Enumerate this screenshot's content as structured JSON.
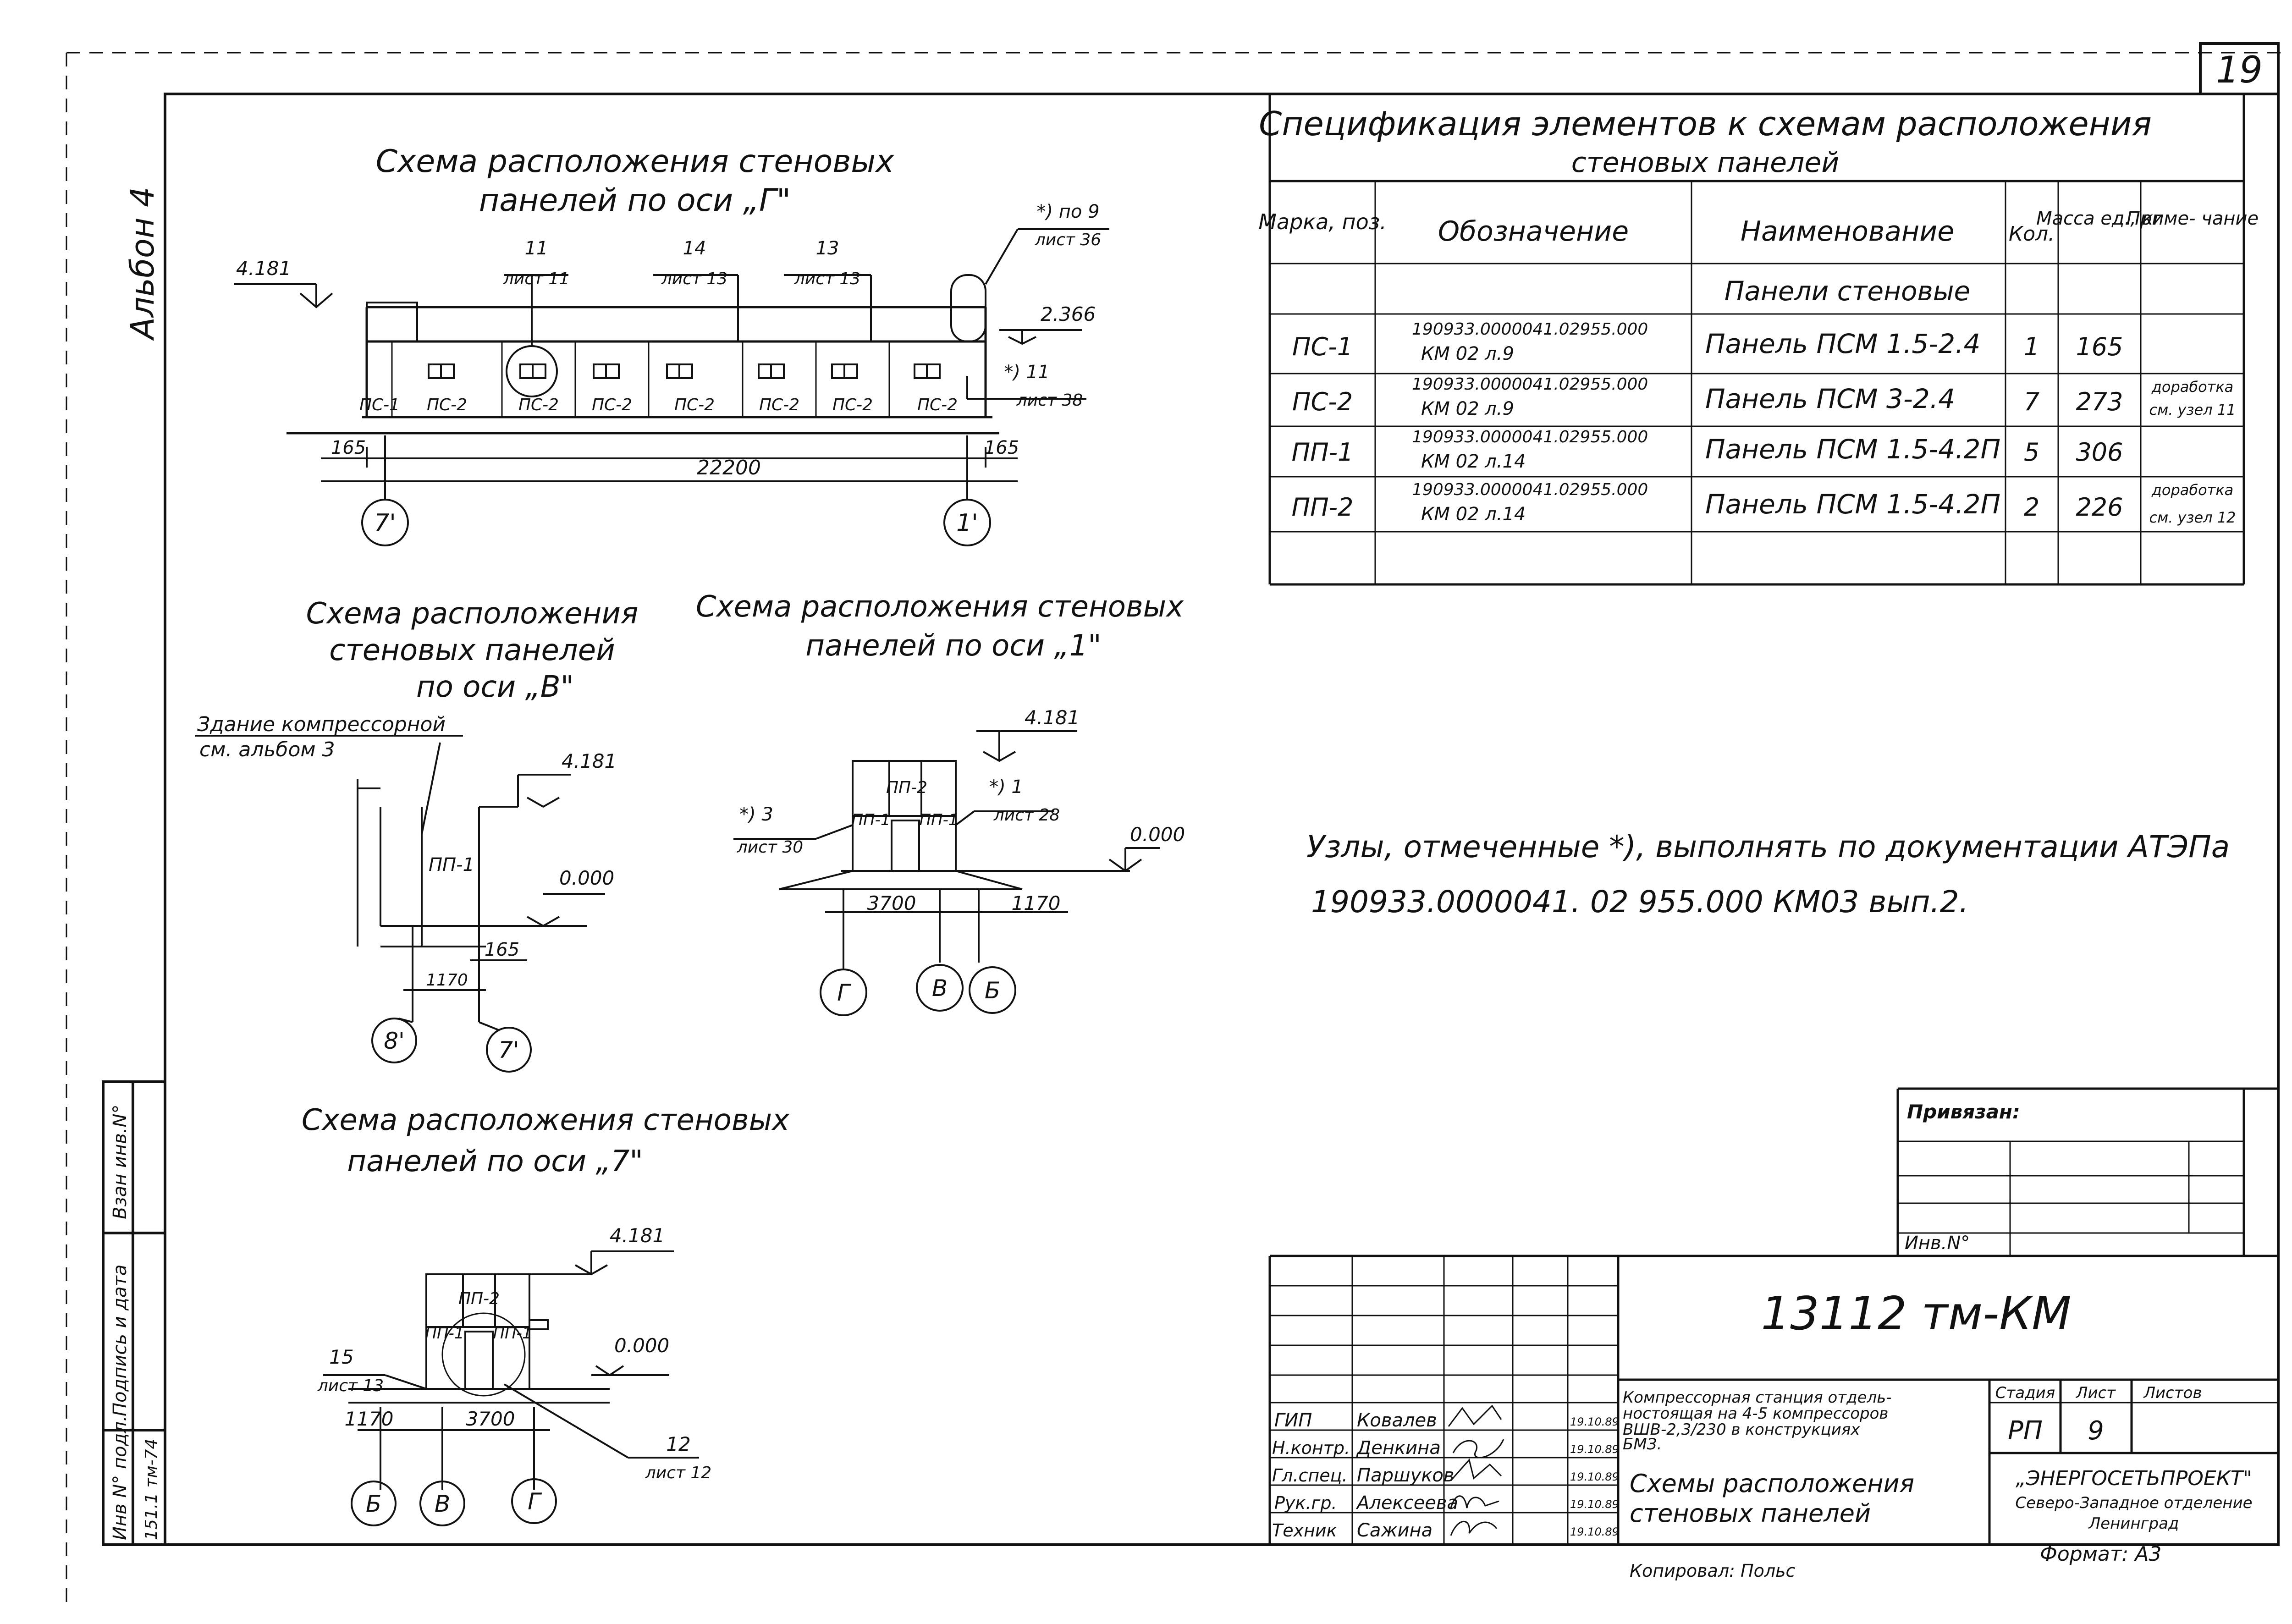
{
  "sheet": {
    "page_number": "19",
    "album_label": "Альбон 4"
  },
  "left_stamp": {
    "inv_vzam": "Взан инв.N°",
    "sign_date": "Подпись и дата",
    "inv_podl": "Инв N° подл.",
    "inv_podl_value": "151.1 тм-74"
  },
  "schemes": {
    "g": {
      "title_line1": "Схема расположения стеновых",
      "title_line2": "панелей по оси „Г\"",
      "level_left": "4.181",
      "level_right": "2.366",
      "callouts": [
        {
          "num": "11",
          "sheet": "лист 11"
        },
        {
          "num": "14",
          "sheet": "лист 13"
        },
        {
          "num": "13",
          "sheet": "лист 13"
        },
        {
          "num": "*) по 9",
          "sheet": "лист 36"
        },
        {
          "num": "*) 11",
          "sheet": "лист 38"
        }
      ],
      "panels": [
        "ПС-1",
        "ПС-2",
        "ПС-2",
        "ПС-2",
        "ПС-2",
        "ПС-2",
        "ПС-2",
        "ПС-2"
      ],
      "dim_left": "165",
      "dim_total": "22200",
      "dim_right": "165",
      "axis_left": "7'",
      "axis_right": "1'"
    },
    "v": {
      "title_line1": "Схема расположения",
      "title_line2": "стеновых панелей",
      "title_line3": "по оси „В\"",
      "note_line1": "Здание компрессорной",
      "note_line2": "см. альбом 3",
      "level_top": "4.181",
      "level_zero": "0.000",
      "panel": "ПП-1",
      "dim_small": "165",
      "dim_main": "1170",
      "axis_left": "8'",
      "axis_right": "7'"
    },
    "one": {
      "title_line1": "Схема расположения стеновых",
      "title_line2": "панелей по оси „1\"",
      "level_top": "4.181",
      "level_zero": "0.000",
      "panel_top": "ПП-2",
      "panel_left": "ПП-1",
      "panel_right": "ПП-1",
      "callout_left_num": "*) 3",
      "callout_left_sheet": "лист 30",
      "callout_right_num": "*) 1",
      "callout_right_sheet": "лист 28",
      "dim_a": "3700",
      "dim_b": "1170",
      "axes": [
        "Г",
        "В",
        "Б"
      ]
    },
    "seven": {
      "title_line1": "Схема расположения стеновых",
      "title_line2": "панелей по оси „7\"",
      "level_top": "4.181",
      "level_zero": "0.000",
      "panel_top": "ПП-2",
      "panel_left": "ПП-1",
      "panel_right": "ПП-1",
      "callout_left_num": "15",
      "callout_left_sheet": "лист 13",
      "callout_right_num": "12",
      "callout_right_sheet": "лист 12",
      "dim_a": "1170",
      "dim_b": "3700",
      "axes": [
        "Б",
        "В",
        "Г"
      ]
    }
  },
  "spec": {
    "title_line1": "Спецификация элементов к схемам расположения",
    "title_line2": "стеновых панелей",
    "headers": {
      "mark": "Марка, поз.",
      "designation": "Обозначение",
      "name": "Наименование",
      "qty": "Кол.",
      "mass": "Масса ед., кг",
      "note": "Приме- чание"
    },
    "group_label": "Панели стеновые",
    "rows": [
      {
        "mark": "ПС-1",
        "des1": "190933.0000041.02955.000",
        "des2": "КМ 02 л.9",
        "name": "Панель ПСМ 1.5-2.4",
        "qty": "1",
        "mass": "165",
        "note1": "",
        "note2": ""
      },
      {
        "mark": "ПС-2",
        "des1": "190933.0000041.02955.000",
        "des2": "КМ 02 л.9",
        "name": "Панель ПСМ 3-2.4",
        "qty": "7",
        "mass": "273",
        "note1": "доработка",
        "note2": "см. узел 11"
      },
      {
        "mark": "ПП-1",
        "des1": "190933.0000041.02955.000",
        "des2": "КМ 02 л.14",
        "name": "Панель ПСМ 1.5-4.2П",
        "qty": "5",
        "mass": "306",
        "note1": "",
        "note2": ""
      },
      {
        "mark": "ПП-2",
        "des1": "190933.0000041.02955.000",
        "des2": "КМ 02 л.14",
        "name": "Панель ПСМ 1.5-4.2П",
        "qty": "2",
        "mass": "226",
        "note1": "доработка",
        "note2": "см. узел 12"
      }
    ]
  },
  "note": {
    "line1": "Узлы, отмеченные *), выполнять по документации АТЭПа",
    "line2": "190933.0000041. 02 955.000 КМ03 вып.2."
  },
  "title_block": {
    "bound_label": "Привязан:",
    "inv_label": "Инв.N°",
    "doc_code": "13112 тм-КМ",
    "project_line1": "Компрессорная станция отдель-",
    "project_line2": "ностоящая на 4-5 компрессоров",
    "project_line3": "ВШВ-2,3/230 в конструкциях",
    "project_line4": "БМЗ.",
    "stage_label": "Стадия",
    "sheet_label": "Лист",
    "sheets_label": "Листов",
    "stage_value": "РП",
    "sheet_value": "9",
    "drawing_title_line1": "Схемы расположения",
    "drawing_title_line2": "стеновых панелей",
    "org_line1": "„ЭНЕРГОСЕТЬПРОЕКТ\"",
    "org_line2": "Северо-Западное отделение",
    "org_line3": "Ленинград",
    "signers": [
      {
        "role": "ГИП",
        "name": "Ковалев",
        "date": "19.10.89"
      },
      {
        "role": "Н.контр.",
        "name": "Денкина",
        "date": "19.10.89"
      },
      {
        "role": "Гл.спец.",
        "name": "Паршуков",
        "date": "19.10.89"
      },
      {
        "role": "Рук.гр.",
        "name": "Алексеева",
        "date": "19.10.89"
      },
      {
        "role": "Техник",
        "name": "Сажина",
        "date": "19.10.89"
      }
    ],
    "copied": "Копировал: Польс",
    "format": "Формат: А3"
  }
}
